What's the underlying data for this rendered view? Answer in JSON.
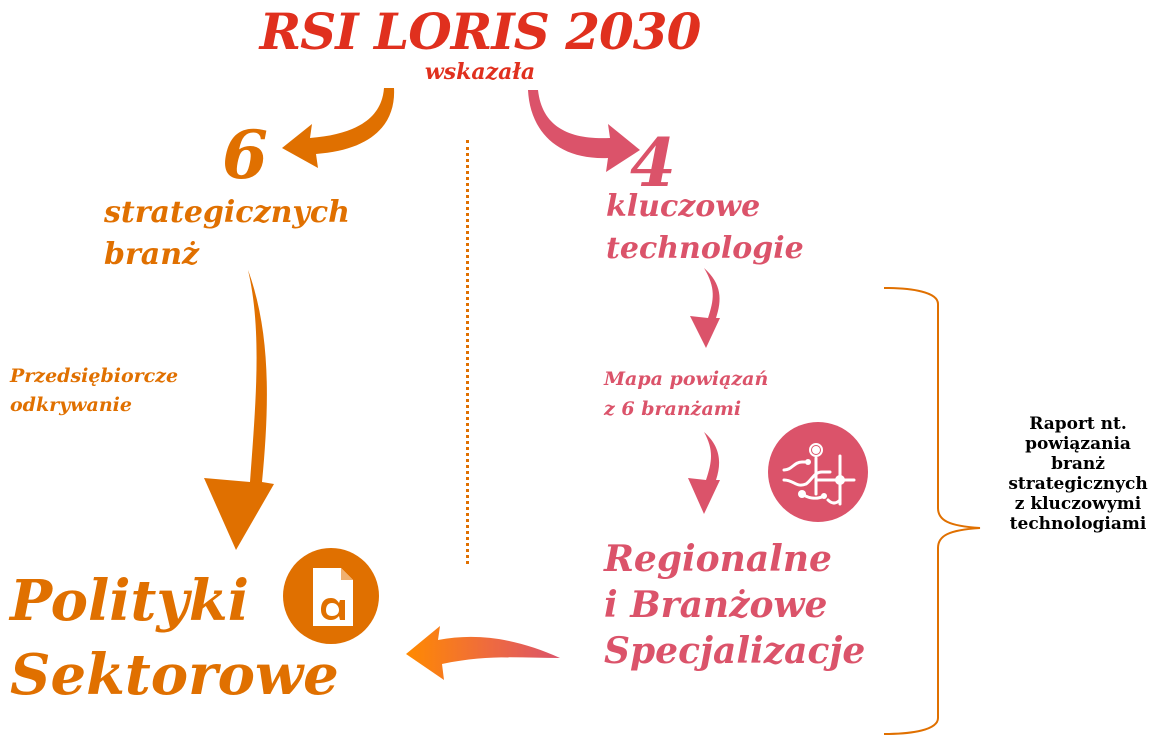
{
  "header": {
    "title": "RSI LORIS 2030",
    "subtitle": "wskazała"
  },
  "left": {
    "count": "6",
    "label_line1": "strategicznych",
    "label_line2": "branż",
    "process_line1": "Przedsiębiorcze",
    "process_line2": "odkrywanie",
    "result_line1": "Polityki",
    "result_line2": "Sektorowe",
    "result_icon": "document-icon"
  },
  "right": {
    "count": "4",
    "label_line1": "kluczowe",
    "label_line2": "technologie",
    "map_line1": "Mapa powiązań",
    "map_line2": "z 6 branżami",
    "map_icon": "network-map-icon",
    "result_line1": "Regionalne",
    "result_line2": "i Branżowe",
    "result_line3": "Specjalizacje"
  },
  "report": {
    "lines": [
      "Raport nt.",
      "powiązania",
      "branż",
      "strategicznych",
      "z kluczowymi",
      "technologiami"
    ]
  },
  "colors": {
    "title_red": "#e0301e",
    "orange": "#e07000",
    "pink": "#db536a",
    "icon_glyph": "#ffffff"
  }
}
